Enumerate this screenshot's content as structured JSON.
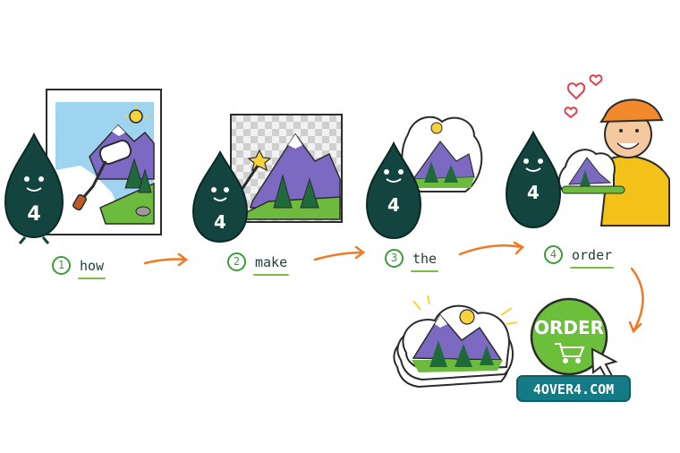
{
  "steps": [
    {
      "number": "1",
      "word": "how"
    },
    {
      "number": "2",
      "word": "make"
    },
    {
      "number": "3",
      "word": "the"
    },
    {
      "number": "4",
      "word": "order"
    }
  ],
  "mascot": {
    "label": "4",
    "color": "#14443f"
  },
  "order_button": {
    "label": "ORDER",
    "color": "#6cbf3a"
  },
  "brand": {
    "label": "4OVER4.COM",
    "color": "#137a86"
  },
  "colors": {
    "arrow": "#ef7a26",
    "accent_green": "#3d9a3c",
    "mountain": "#7c6ac2"
  },
  "icons": [
    "paint-roller-icon",
    "magic-wand-icon",
    "cart-icon",
    "cursor-icon",
    "heart-icon",
    "sun-icon"
  ]
}
